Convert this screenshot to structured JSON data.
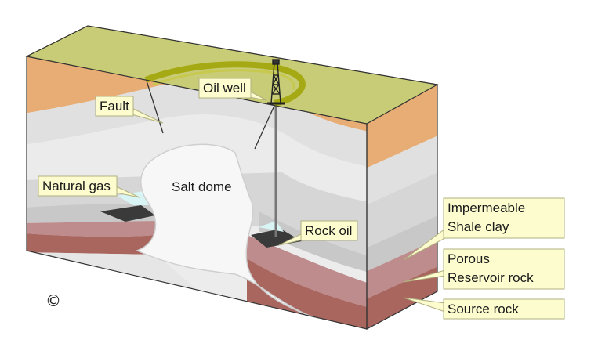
{
  "labels": {
    "oil_well": "Oil well",
    "fault": "Fault",
    "natural_gas": "Natural gas",
    "salt_dome": "Salt dome",
    "rock_oil": "Rock oil",
    "impermeable_line1": "Impermeable",
    "impermeable_line2": "Shale clay",
    "porous_line1": "Porous",
    "porous_line2": "Reservoir rock",
    "source_rock": "Source rock",
    "copyright": "©"
  },
  "colors": {
    "surface": "#c9cc76",
    "sediment": "#e8ad74",
    "light_gray": "#e6e6e6",
    "mid_gray": "#c8c8c8",
    "reservoir": "#be8c8c",
    "source": "#a9665e",
    "oil": "#3a3a3a",
    "gas": "#d9f4f4",
    "callout_fill": "#fcfcce",
    "callout_stroke": "#b0b080",
    "dome_ring": "#a5aa14"
  }
}
